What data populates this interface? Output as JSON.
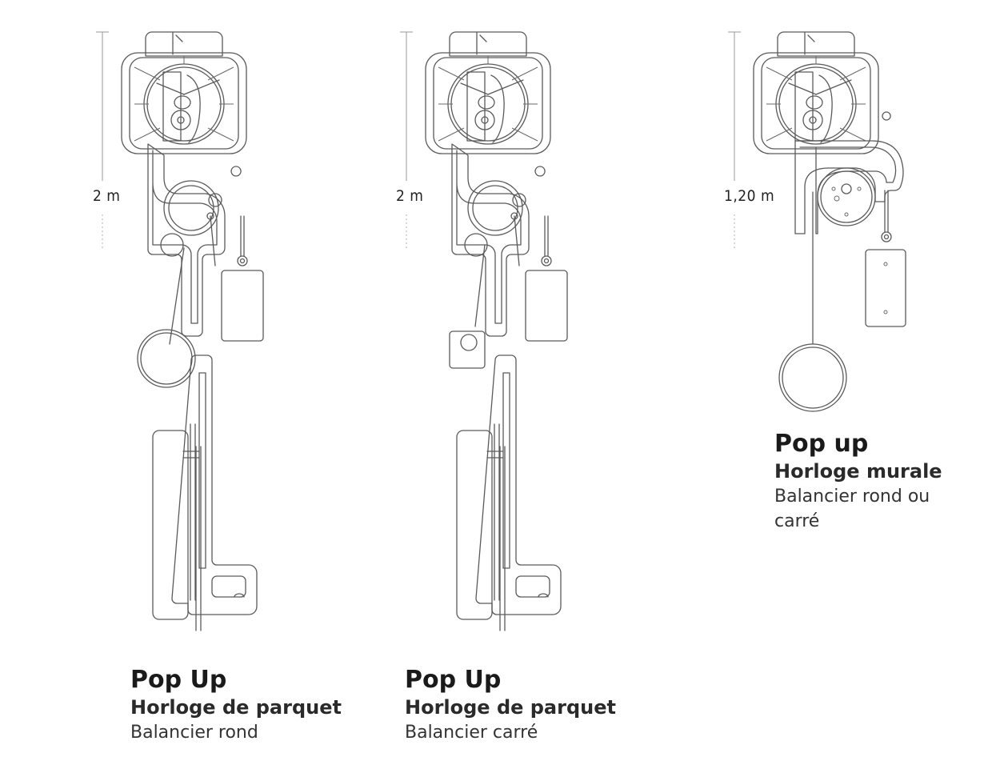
{
  "clocks": [
    {
      "height_label": "2 m",
      "title": "Pop Up",
      "subtitle": "Horloge de parquet",
      "pendulum": "Balancier rond"
    },
    {
      "height_label": "2 m",
      "title": "Pop Up",
      "subtitle": "Horloge de parquet",
      "pendulum": "Balancier carré"
    },
    {
      "height_label": "1,20 m",
      "title": "Pop up",
      "subtitle": "Horloge murale",
      "pendulum_line1": "Balancier rond ou",
      "pendulum_line2": "carré"
    }
  ],
  "colors": {
    "line": "#5a5a5a",
    "text": "#1a1a1a",
    "background": "#ffffff"
  }
}
